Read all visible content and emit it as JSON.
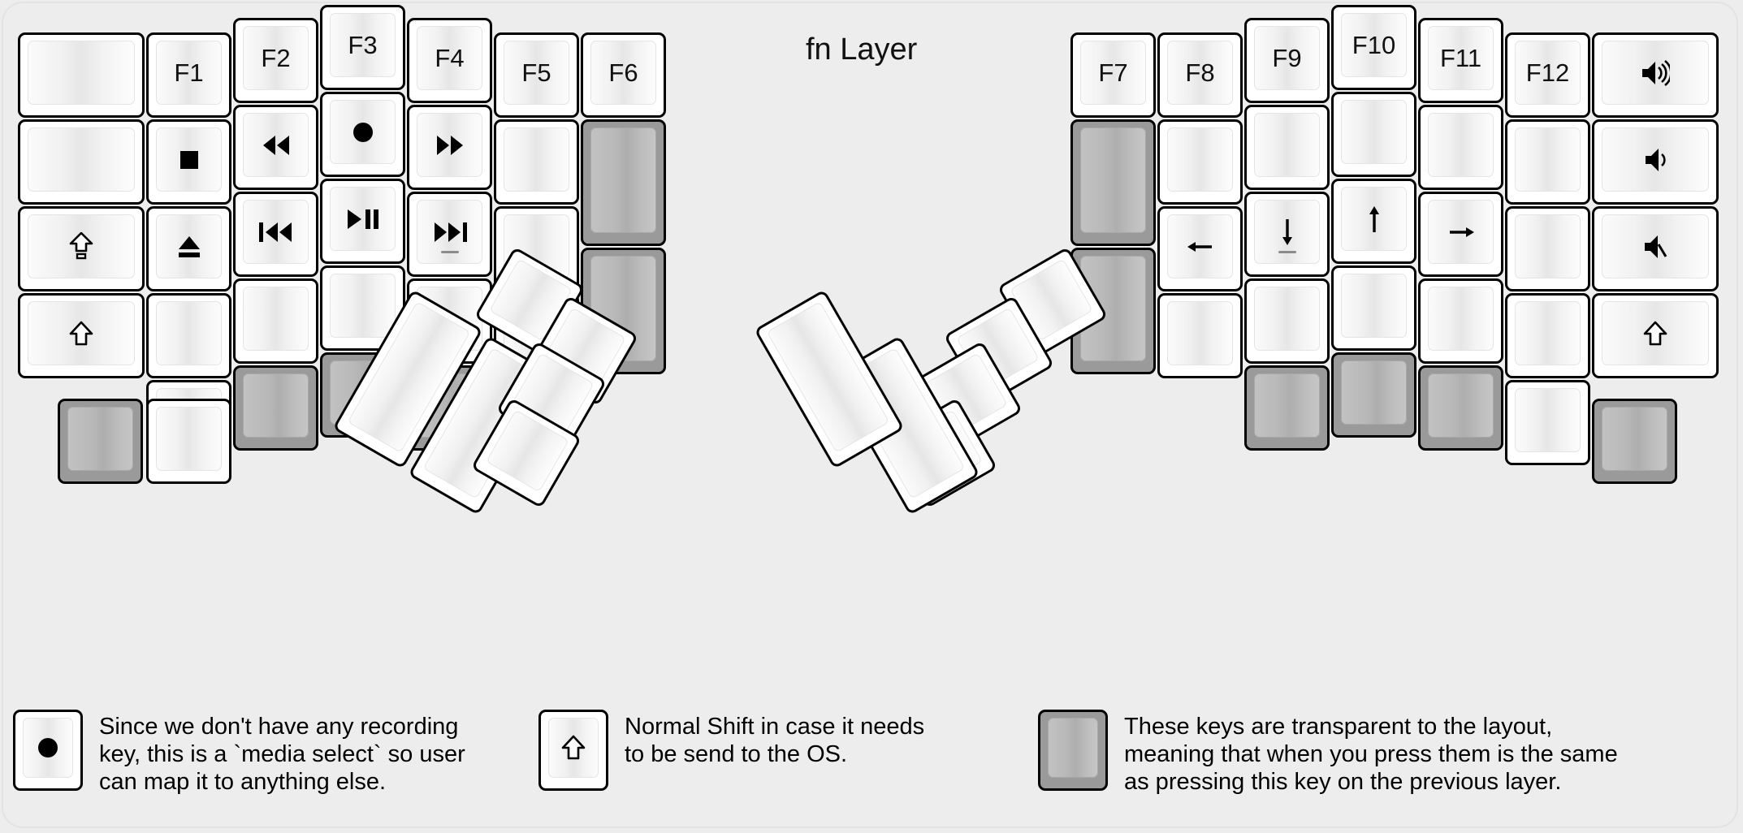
{
  "title": "fn Layer",
  "colors": {
    "background": "#ededed",
    "key_face": "#ffffff",
    "key_border": "#000000",
    "transparent_key": "#9a9a9a",
    "legend_text": "#000000"
  },
  "left_half": {
    "name": "left-keyboard-half",
    "columns": [
      {
        "name": "outer-column",
        "keys": [
          {
            "label": "",
            "icon": "blank",
            "state": "normal"
          },
          {
            "label": "",
            "icon": "blank",
            "state": "normal"
          },
          {
            "label": "",
            "icon": "caps-lock-arrow",
            "state": "normal"
          },
          {
            "label": "",
            "icon": "shift-arrow",
            "state": "normal"
          }
        ]
      },
      {
        "name": "pinky-column",
        "keys": [
          {
            "label": "F1",
            "icon": "text",
            "state": "normal"
          },
          {
            "label": "",
            "icon": "media-stop",
            "state": "normal"
          },
          {
            "label": "",
            "icon": "media-eject",
            "state": "normal"
          },
          {
            "label": "",
            "icon": "blank",
            "state": "normal"
          },
          {
            "label": "",
            "icon": "blank",
            "state": "normal"
          }
        ]
      },
      {
        "name": "ring-column",
        "keys": [
          {
            "label": "F2",
            "icon": "text",
            "state": "normal"
          },
          {
            "label": "",
            "icon": "media-rewind",
            "state": "normal"
          },
          {
            "label": "",
            "icon": "media-prev-track",
            "state": "normal"
          },
          {
            "label": "",
            "icon": "blank",
            "state": "normal"
          },
          {
            "label": "",
            "icon": "blank",
            "state": "transparent"
          }
        ]
      },
      {
        "name": "middle-column",
        "keys": [
          {
            "label": "F3",
            "icon": "text",
            "state": "normal"
          },
          {
            "label": "",
            "icon": "media-record",
            "state": "normal"
          },
          {
            "label": "",
            "icon": "media-play-pause",
            "state": "normal"
          },
          {
            "label": "",
            "icon": "blank",
            "state": "normal"
          },
          {
            "label": "",
            "icon": "blank",
            "state": "transparent"
          }
        ]
      },
      {
        "name": "index-column",
        "keys": [
          {
            "label": "F4",
            "icon": "text",
            "state": "normal"
          },
          {
            "label": "",
            "icon": "media-fast-forward",
            "state": "normal"
          },
          {
            "label": "",
            "icon": "media-next-track",
            "state": "normal",
            "homing": true
          },
          {
            "label": "",
            "icon": "blank",
            "state": "normal"
          },
          {
            "label": "",
            "icon": "blank",
            "state": "transparent"
          }
        ]
      },
      {
        "name": "inner-column",
        "keys": [
          {
            "label": "F5",
            "icon": "text",
            "state": "normal"
          },
          {
            "label": "",
            "icon": "blank",
            "state": "normal"
          },
          {
            "label": "",
            "icon": "blank",
            "state": "normal"
          },
          {
            "label": "",
            "icon": "blank",
            "state": "normal"
          }
        ]
      },
      {
        "name": "innermost-column",
        "keys": [
          {
            "label": "F6",
            "icon": "text",
            "state": "normal"
          },
          {
            "label": "",
            "icon": "blank",
            "state": "transparent"
          },
          {
            "label": "",
            "icon": "blank",
            "state": "transparent"
          }
        ]
      }
    ],
    "bottom_row": [
      {
        "name": "bottom-outer",
        "label": "",
        "icon": "blank",
        "state": "transparent"
      },
      {
        "name": "bottom-pinky",
        "label": "",
        "icon": "blank",
        "state": "normal"
      }
    ]
  },
  "right_half": {
    "name": "right-keyboard-half",
    "columns": [
      {
        "name": "innermost-column",
        "keys": [
          {
            "label": "F7",
            "icon": "text",
            "state": "normal"
          },
          {
            "label": "",
            "icon": "blank",
            "state": "transparent"
          },
          {
            "label": "",
            "icon": "blank",
            "state": "transparent"
          }
        ]
      },
      {
        "name": "inner-column",
        "keys": [
          {
            "label": "F8",
            "icon": "text",
            "state": "normal"
          },
          {
            "label": "",
            "icon": "blank",
            "state": "normal"
          },
          {
            "label": "",
            "icon": "arrow-left",
            "state": "normal"
          },
          {
            "label": "",
            "icon": "blank",
            "state": "normal"
          }
        ]
      },
      {
        "name": "index-column",
        "keys": [
          {
            "label": "F9",
            "icon": "text",
            "state": "normal"
          },
          {
            "label": "",
            "icon": "blank",
            "state": "normal"
          },
          {
            "label": "",
            "icon": "arrow-down",
            "state": "normal",
            "homing": true
          },
          {
            "label": "",
            "icon": "blank",
            "state": "normal"
          },
          {
            "label": "",
            "icon": "blank",
            "state": "transparent"
          }
        ]
      },
      {
        "name": "middle-column",
        "keys": [
          {
            "label": "F10",
            "icon": "text",
            "state": "normal"
          },
          {
            "label": "",
            "icon": "blank",
            "state": "normal"
          },
          {
            "label": "",
            "icon": "arrow-up",
            "state": "normal"
          },
          {
            "label": "",
            "icon": "blank",
            "state": "normal"
          },
          {
            "label": "",
            "icon": "blank",
            "state": "transparent"
          }
        ]
      },
      {
        "name": "ring-column",
        "keys": [
          {
            "label": "F11",
            "icon": "text",
            "state": "normal"
          },
          {
            "label": "",
            "icon": "blank",
            "state": "normal"
          },
          {
            "label": "",
            "icon": "arrow-right",
            "state": "normal"
          },
          {
            "label": "",
            "icon": "blank",
            "state": "normal"
          },
          {
            "label": "",
            "icon": "blank",
            "state": "transparent"
          }
        ]
      },
      {
        "name": "pinky-column",
        "keys": [
          {
            "label": "F12",
            "icon": "text",
            "state": "normal"
          },
          {
            "label": "",
            "icon": "blank",
            "state": "normal"
          },
          {
            "label": "",
            "icon": "blank",
            "state": "normal"
          },
          {
            "label": "",
            "icon": "blank",
            "state": "normal"
          },
          {
            "label": "",
            "icon": "blank",
            "state": "normal"
          }
        ]
      },
      {
        "name": "outer-column",
        "keys": [
          {
            "label": "",
            "icon": "volume-up",
            "state": "normal"
          },
          {
            "label": "",
            "icon": "volume-down",
            "state": "normal"
          },
          {
            "label": "",
            "icon": "volume-mute",
            "state": "normal"
          },
          {
            "label": "",
            "icon": "shift-arrow",
            "state": "normal"
          }
        ]
      }
    ],
    "bottom_row": [
      {
        "name": "bottom-outer",
        "label": "",
        "icon": "blank",
        "state": "transparent"
      }
    ]
  },
  "left_thumb_cluster": {
    "name": "left-thumb-cluster",
    "keys": [
      {
        "name": "thumb-large-1",
        "label": "",
        "icon": "blank",
        "state": "normal"
      },
      {
        "name": "thumb-large-2",
        "label": "",
        "icon": "blank",
        "state": "normal"
      },
      {
        "name": "thumb-small-top",
        "label": "",
        "icon": "blank",
        "state": "normal"
      },
      {
        "name": "thumb-small-upper",
        "label": "",
        "icon": "blank",
        "state": "normal"
      },
      {
        "name": "thumb-small-mid",
        "label": "",
        "icon": "blank",
        "state": "normal"
      },
      {
        "name": "thumb-small-bottom",
        "label": "",
        "icon": "blank",
        "state": "normal"
      }
    ]
  },
  "right_thumb_cluster": {
    "name": "right-thumb-cluster",
    "keys": [
      {
        "name": "thumb-small-top",
        "label": "",
        "icon": "blank",
        "state": "normal"
      },
      {
        "name": "thumb-small-upper",
        "label": "",
        "icon": "blank",
        "state": "normal"
      },
      {
        "name": "thumb-small-mid",
        "label": "",
        "icon": "blank",
        "state": "normal"
      },
      {
        "name": "thumb-small-bottom",
        "label": "",
        "icon": "blank",
        "state": "normal"
      },
      {
        "name": "thumb-large-1",
        "label": "",
        "icon": "blank",
        "state": "normal"
      },
      {
        "name": "thumb-large-2",
        "label": "",
        "icon": "blank",
        "state": "normal"
      }
    ]
  },
  "legend": [
    {
      "key_icon": "media-record",
      "key_state": "normal",
      "text": "Since we don't have any recording\nkey, this is a `media select` so user\ncan map it to anything else."
    },
    {
      "key_icon": "shift-arrow",
      "key_state": "normal",
      "text": "Normal Shift in case it needs\nto be send to the OS."
    },
    {
      "key_icon": "blank",
      "key_state": "transparent",
      "text": "These keys are transparent to the layout,\nmeaning that when you press them is the same\nas pressing this key on the previous layer."
    }
  ]
}
